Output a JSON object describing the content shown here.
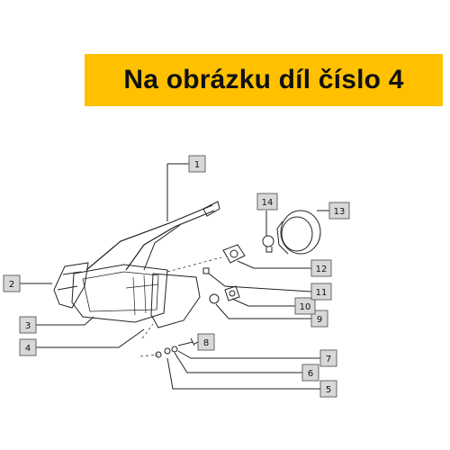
{
  "banner": {
    "text": "Na obrázku díl číslo 4",
    "bg_color": "#FFC000"
  },
  "callouts": [
    "1",
    "2",
    "3",
    "4",
    "5",
    "6",
    "7",
    "8",
    "9",
    "10",
    "11",
    "12",
    "13",
    "14"
  ],
  "colors": {
    "callout_fill": "#D8D8D8",
    "line": "#222222"
  }
}
